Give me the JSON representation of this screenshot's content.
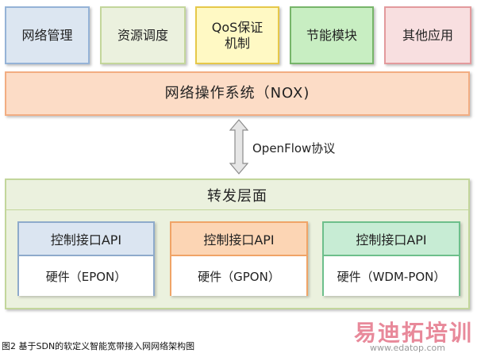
{
  "apps": [
    {
      "label": "网络管理"
    },
    {
      "label": "资源调度"
    },
    {
      "label": "QoS保证\n机制"
    },
    {
      "label": "节能模块"
    },
    {
      "label": "其他应用"
    }
  ],
  "nox": {
    "label": "网络操作系统（NOX)"
  },
  "protocol": {
    "label": "OpenFlow协议"
  },
  "forward": {
    "title": "转发层面",
    "modules": [
      {
        "head": "控制接口API",
        "body": "硬件（EPON）"
      },
      {
        "head": "控制接口API",
        "body": "硬件（GPON）"
      },
      {
        "head": "控制接口API",
        "body": "硬件（WDM-PON）"
      }
    ]
  },
  "caption": "图2 基于SDN的软定义智能宽带接入网网络架构图",
  "watermark": {
    "text": "易迪拓培训",
    "url": "www.edatop.com"
  }
}
